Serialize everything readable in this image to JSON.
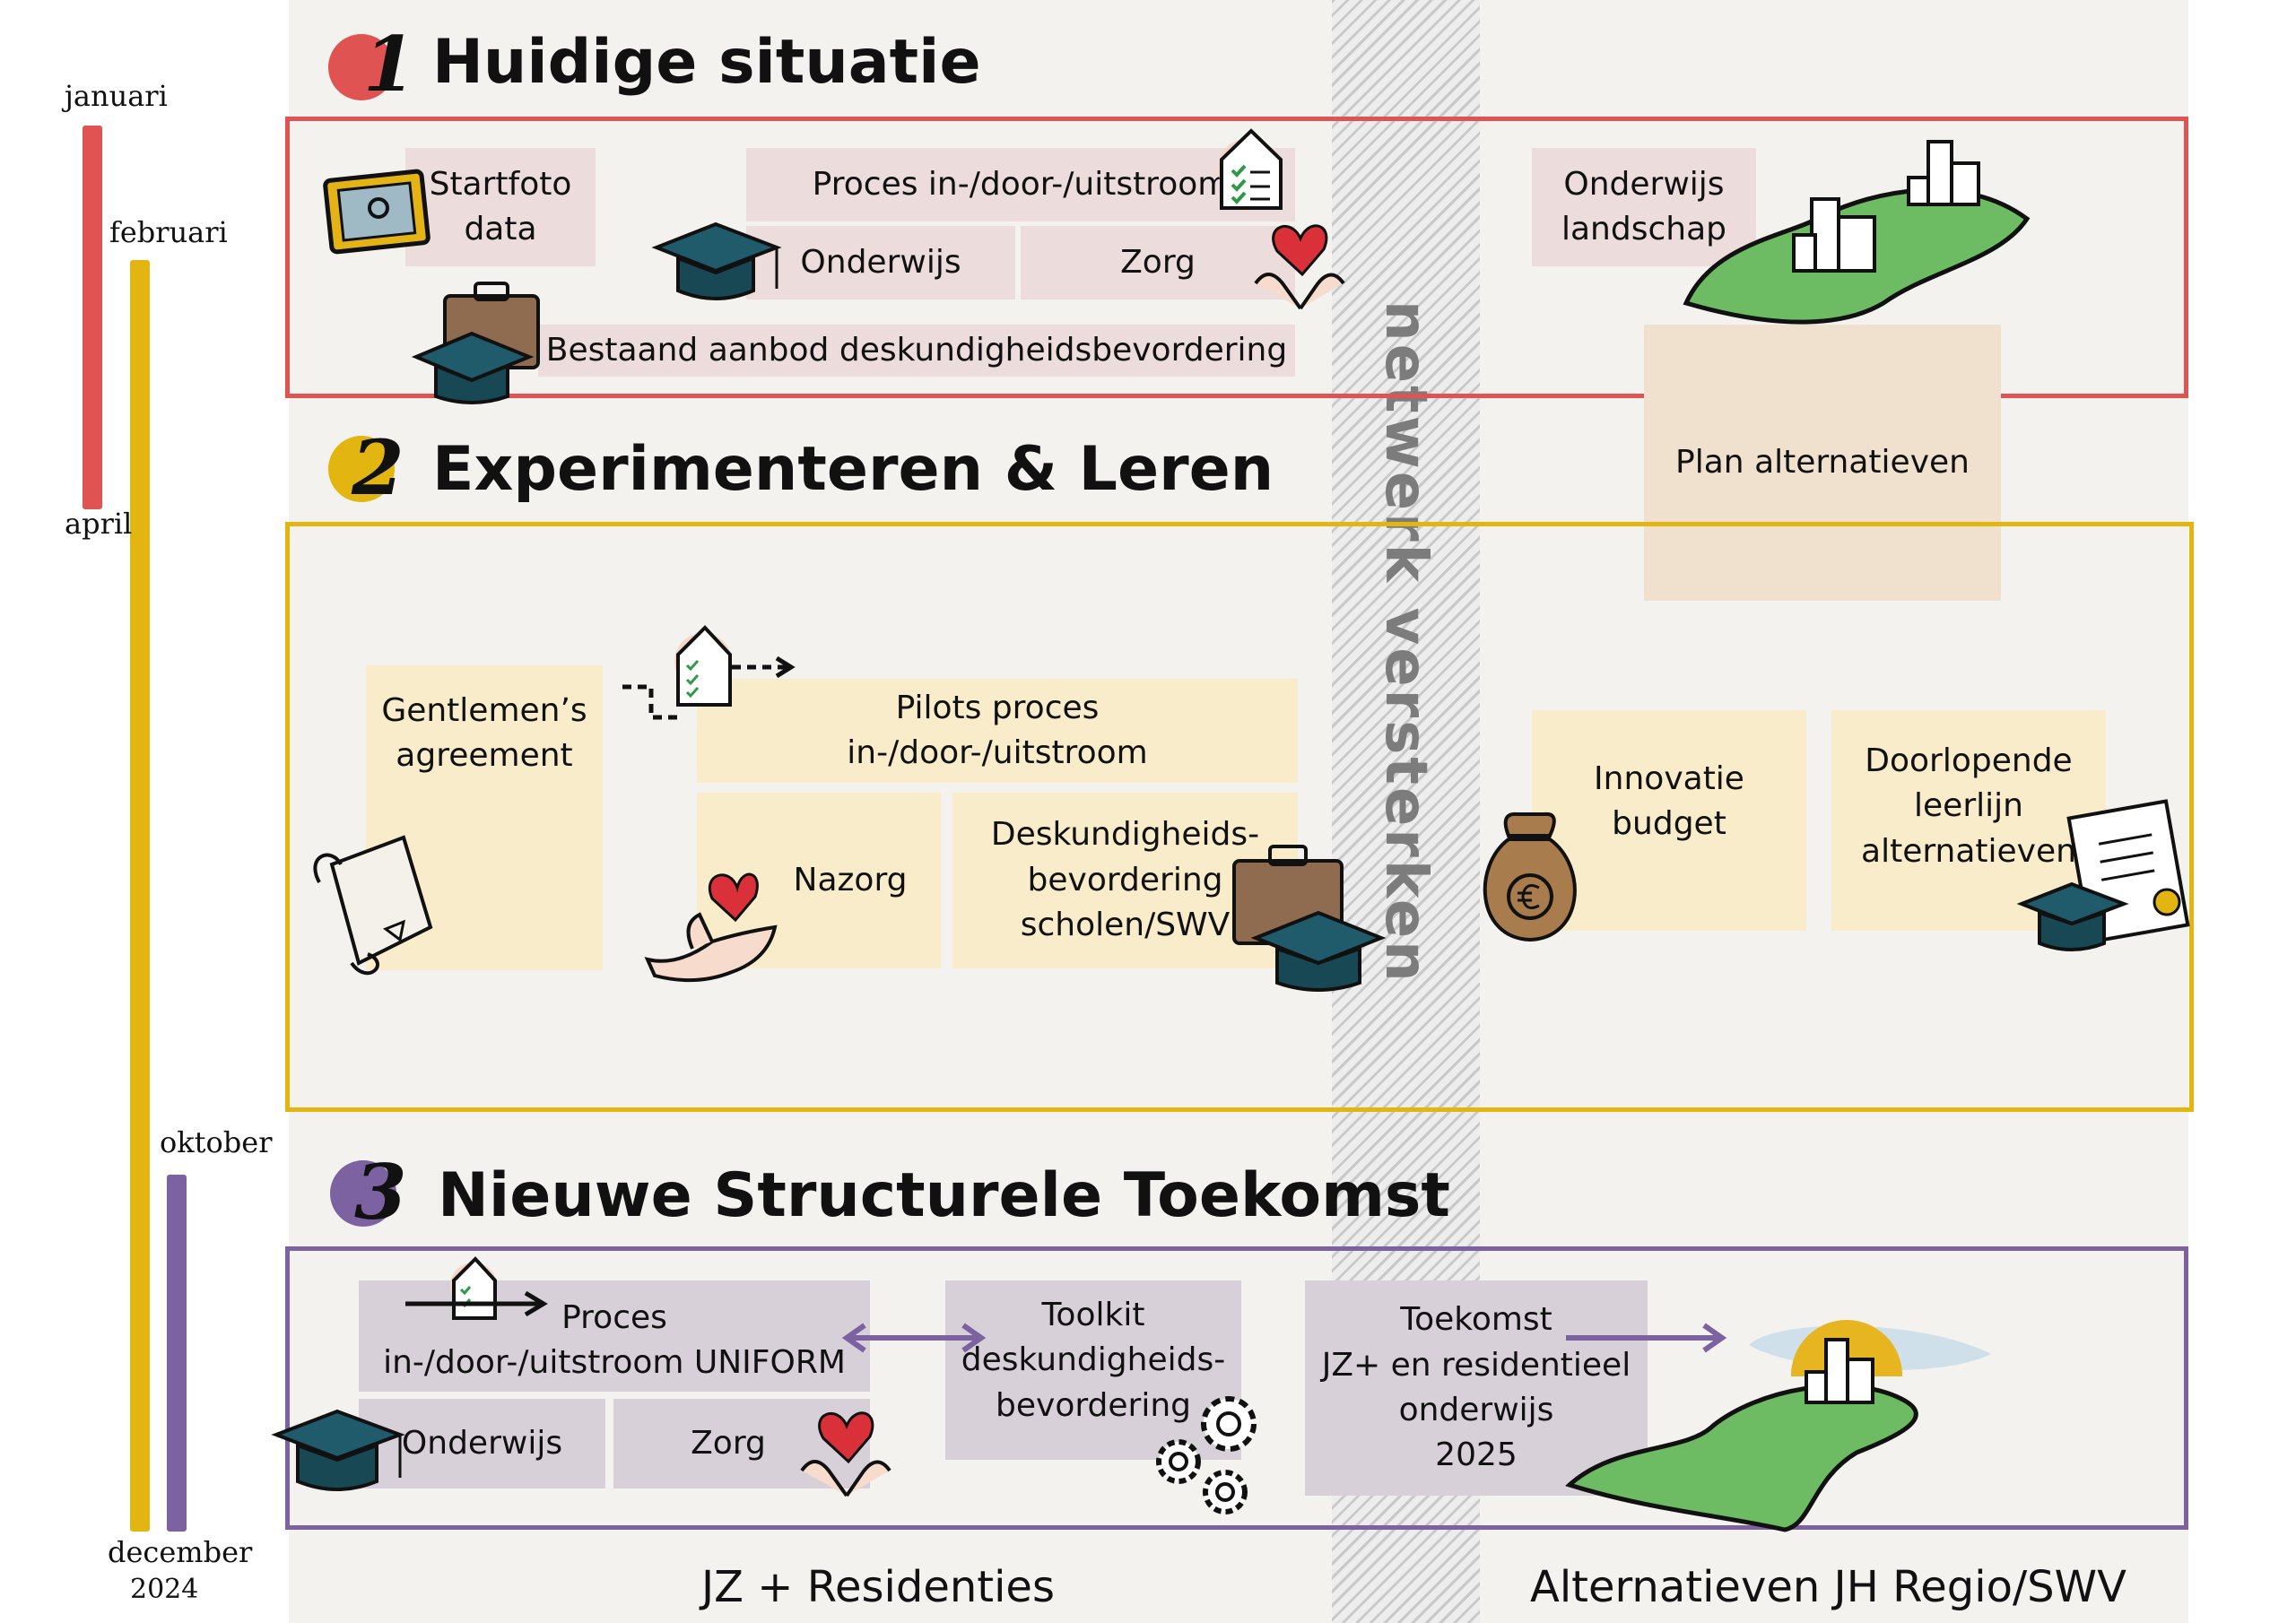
{
  "timeline": {
    "months": {
      "januari": "januari",
      "februari": "februari",
      "april": "april",
      "oktober": "oktober",
      "december": "december",
      "year": "2024"
    },
    "colors": {
      "phase1": "#df5452",
      "phase2": "#e3b510",
      "phase3": "#7c62a0"
    }
  },
  "network_label": "netwerk versterken",
  "phase1": {
    "number": "1",
    "title": "Huidige situatie",
    "startfoto": "Startfoto\ndata",
    "proces": "Proces in-/door-/uitstroom",
    "onderwijs": "Onderwijs",
    "zorg": "Zorg",
    "aanbod": "Bestaand aanbod deskundigheidsbevordering",
    "landschap": "Onderwijs\nlandschap"
  },
  "plan_alternatieven": "Plan alternatieven",
  "phase2": {
    "number": "2",
    "title": "Experimenteren & Leren",
    "gentlemen": "Gentlemen’s\nagreement",
    "pilots": "Pilots proces\nin-/door-/uitstroom",
    "nazorg": "Nazorg",
    "deskundigheid": "Deskundigheids-\nbevordering\nscholen/SWV",
    "innovatie": "Innovatie\nbudget",
    "leerlijn": "Doorlopende\nleerlijn\nalternatieven"
  },
  "phase3": {
    "number": "3",
    "title": "Nieuwe Structurele Toekomst",
    "proces": "Proces\nin-/door-/uitstroom UNIFORM",
    "onderwijs": "Onderwijs",
    "zorg": "Zorg",
    "toolkit": "Toolkit\ndeskundigheids-\nbevordering",
    "toekomst": "Toekomst\nJZ+ en residentieel\nonderwijs\n2025"
  },
  "footer": {
    "left": "JZ + Residenties",
    "right": "Alternatieven JH Regio/SWV"
  }
}
